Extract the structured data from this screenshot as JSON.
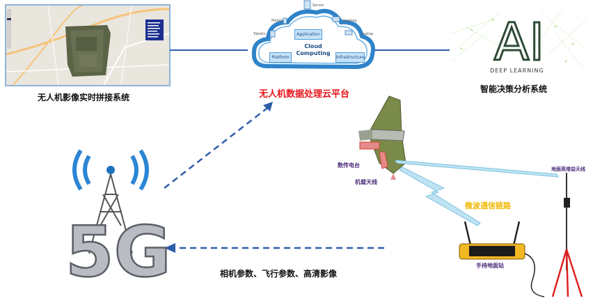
{
  "labels": {
    "left_system": "无人机影像实时拼接系统",
    "cloud_platform": "无人机数据处理云平台",
    "right_system": "智能决策分析系统",
    "microwave_link": "微波通信链路",
    "bottom_arrow": "相机参数、飞行参数、高清影像"
  },
  "cloud": {
    "title_line1": "Cloud",
    "title_line2": "Computing",
    "application": "Application",
    "platform": "Platform",
    "infrastructure": "Infrastructure",
    "devices": {
      "server": "Server",
      "mobile": "Mobile",
      "desktop": "Desktop",
      "tablets": "Tablets",
      "laptop": "Laptop"
    }
  },
  "ai_logo": {
    "big": "AI",
    "sub": "DEEP LEARNING"
  },
  "uav": {
    "datalink": "数传电台",
    "antenna": "机载天线"
  },
  "ground": {
    "high_gain_antenna": "地面高增益天线",
    "handheld_station": "手持地面站"
  },
  "tower": {
    "text": "5G"
  },
  "colors": {
    "accent_red": "#e8141b",
    "link_yellow": "#f0b800",
    "arrow_blue": "#2f5da8",
    "line_blue": "#2f5da8",
    "label_purple": "#4b2b7a"
  }
}
